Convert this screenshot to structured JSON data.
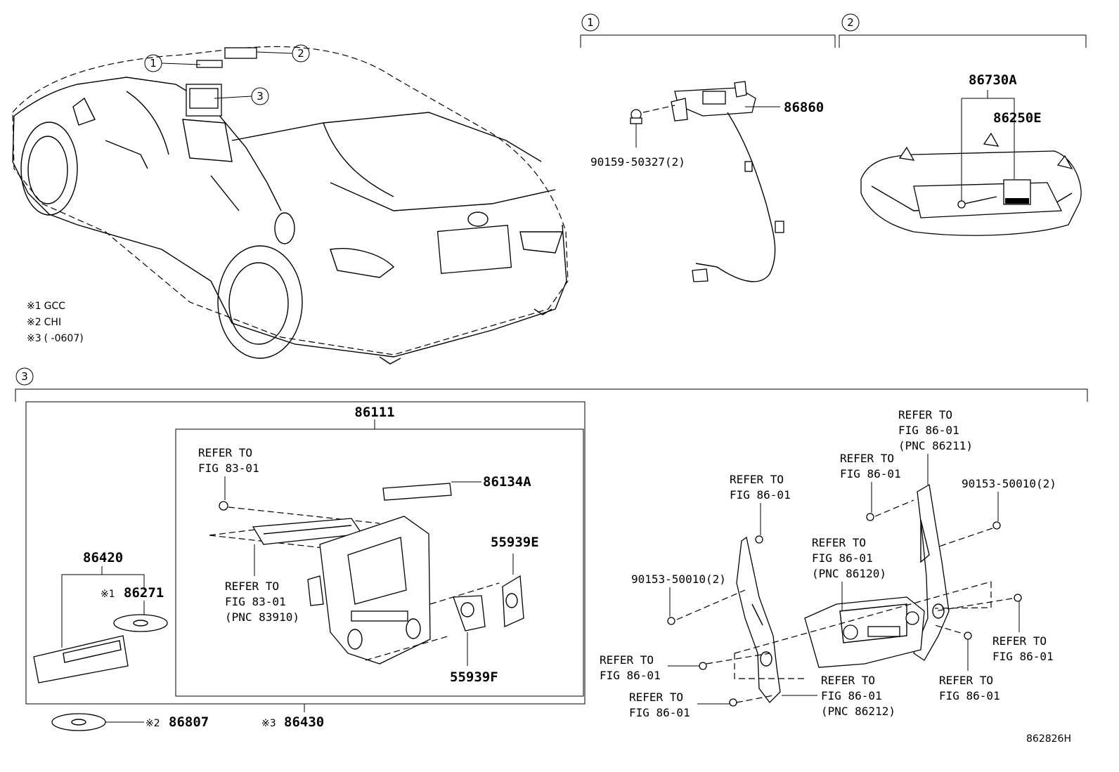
{
  "notes": [
    {
      "mark": "※1",
      "text": "GCC"
    },
    {
      "mark": "※2",
      "text": "CHI"
    },
    {
      "mark": "※3",
      "text": "(      -0607)"
    }
  ],
  "callouts": [
    "1",
    "2",
    "3"
  ],
  "section1": {
    "label": "1",
    "parts": {
      "antenna": "86860",
      "screw": "90159-50327(2)"
    }
  },
  "section2": {
    "label": "2",
    "parts": {
      "assembly": "86730A",
      "module": "86250E"
    }
  },
  "section3": {
    "label": "3",
    "parts": {
      "p86111": "86111",
      "p86134A": "86134A",
      "p55939E": "55939E",
      "p55939F": "55939F",
      "p86420": "86420",
      "p86271": "86271",
      "p86807": "86807",
      "p86430": "86430",
      "screwL": "90153-50010(2)",
      "screwR": "90153-50010(2)"
    },
    "marks": {
      "m1": "※1",
      "m2": "※2",
      "m3": "※3"
    },
    "refs": {
      "r83a": [
        "REFER TO",
        "FIG 83-01"
      ],
      "r83b": [
        "REFER TO",
        "FIG 83-01",
        "(PNC 83910)"
      ],
      "r86a": [
        "REFER TO",
        "FIG 86-01"
      ],
      "r86b": [
        "REFER TO",
        "FIG 86-01"
      ],
      "r86c": [
        "REFER TO",
        "FIG 86-01",
        "(PNC 86211)"
      ],
      "r86d": [
        "REFER TO",
        "FIG 86-01",
        "(PNC 86120)"
      ],
      "r86e": [
        "REFER TO",
        "FIG 86-01"
      ],
      "r86f": [
        "REFER TO",
        "FIG 86-01"
      ],
      "r86g": [
        "REFER TO",
        "FIG 86-01"
      ],
      "r86h": [
        "REFER TO",
        "FIG 86-01",
        "(PNC 86212)"
      ],
      "r86i": [
        "REFER TO",
        "FIG 86-01"
      ]
    }
  },
  "figure_id": "862826H"
}
